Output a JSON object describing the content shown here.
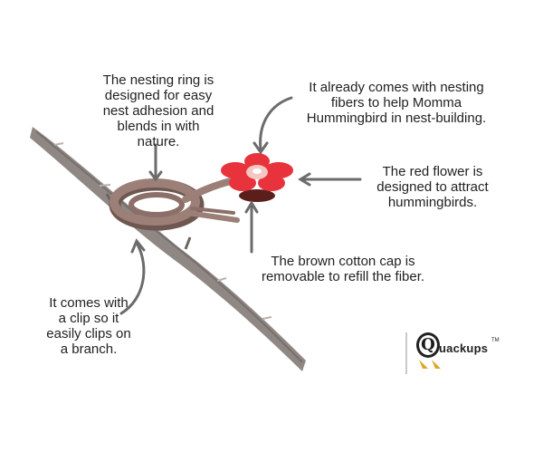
{
  "callouts": {
    "ring": [
      "The nesting ring is",
      "designed for easy",
      "nest adhesion and",
      "blends in with",
      "nature."
    ],
    "fibers": [
      "It already comes with nesting",
      "fibers to help Momma",
      "Hummingbird in nest-building."
    ],
    "flower": [
      "The red flower is",
      "designed to attract",
      "hummingbirds."
    ],
    "cap": [
      "The brown cotton cap is",
      "removable to refill the fiber."
    ],
    "clip": [
      "It comes with",
      "a clip so it",
      "easily clips on",
      "a branch."
    ]
  },
  "logo": {
    "letter": "Q",
    "word": "uackups",
    "trademark": "TM"
  },
  "colors": {
    "branch": "#8f8784",
    "branch_dark": "#6d6562",
    "ring": "#9c8078",
    "ring_shadow": "#6e5750",
    "flower": "#e8323c",
    "flower_center": "#f4c7c3",
    "cap": "#5a1f1a",
    "arrow": "#6b6b6b",
    "duck_feet": "#e0a324"
  },
  "icons": [
    "curved-arrow-icon",
    "quackups-logo-icon",
    "duck-feet-icon"
  ]
}
